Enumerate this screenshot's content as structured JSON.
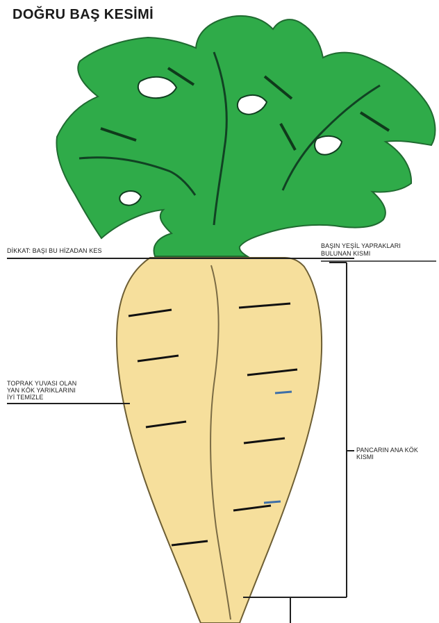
{
  "title": "DOĞRU BAŞ KESİMİ",
  "labels": {
    "caution": "DİKKAT: BAŞI BU HİZADAN KES",
    "green_part_line1": "BAŞIN YEŞİL YAPRAKLARI",
    "green_part_line2": "BULUNAN KISMI",
    "soil_line1": "TOPRAK YUVASI OLAN",
    "soil_line2": "YAN KÖK YARIKLARINI",
    "soil_line3": "İYİ TEMİZLE",
    "root_line1": "PANCARIN ANA KÖK",
    "root_line2": "KISMI"
  },
  "colors": {
    "leaf_green": "#2fab49",
    "leaf_dark": "#133f1d",
    "beet_body": "#f6df9c",
    "beet_outline": "#6d5e34",
    "line": "#1f1f1f"
  }
}
